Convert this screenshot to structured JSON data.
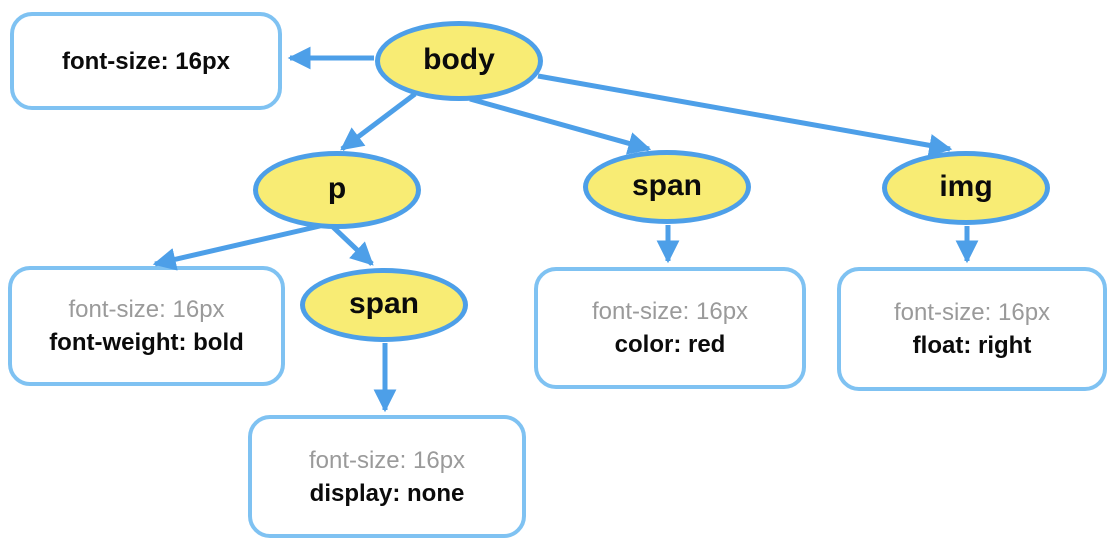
{
  "diagram_type": "dom-tree-with-computed-styles",
  "colors": {
    "node_fill": "#f8ec74",
    "node_border": "#4d9fe8",
    "arrow": "#4d9fe8",
    "box_border": "#7fc2f2",
    "muted_text": "#9a9a9a",
    "text": "#0b0b0b",
    "background": "#ffffff"
  },
  "nodes": {
    "body": "body",
    "p": "p",
    "span_top": "span",
    "img": "img",
    "span_nested": "span"
  },
  "boxes": {
    "body": {
      "line1": "font-size: 16px"
    },
    "p": {
      "line1": "font-size: 16px",
      "line2": "font-weight: bold"
    },
    "span_nested": {
      "line1": "font-size: 16px",
      "line2": "display: none"
    },
    "span_top": {
      "line1": "font-size: 16px",
      "line2": "color: red"
    },
    "img": {
      "line1": "font-size: 16px",
      "line2": "float: right"
    }
  },
  "edges": [
    {
      "from": "body",
      "to": "body-style-box"
    },
    {
      "from": "body",
      "to": "p"
    },
    {
      "from": "body",
      "to": "span_top"
    },
    {
      "from": "body",
      "to": "img"
    },
    {
      "from": "p",
      "to": "p-style-box"
    },
    {
      "from": "p",
      "to": "span_nested"
    },
    {
      "from": "span_nested",
      "to": "span-nested-style-box"
    },
    {
      "from": "span_top",
      "to": "span-top-style-box"
    },
    {
      "from": "img",
      "to": "img-style-box"
    }
  ]
}
